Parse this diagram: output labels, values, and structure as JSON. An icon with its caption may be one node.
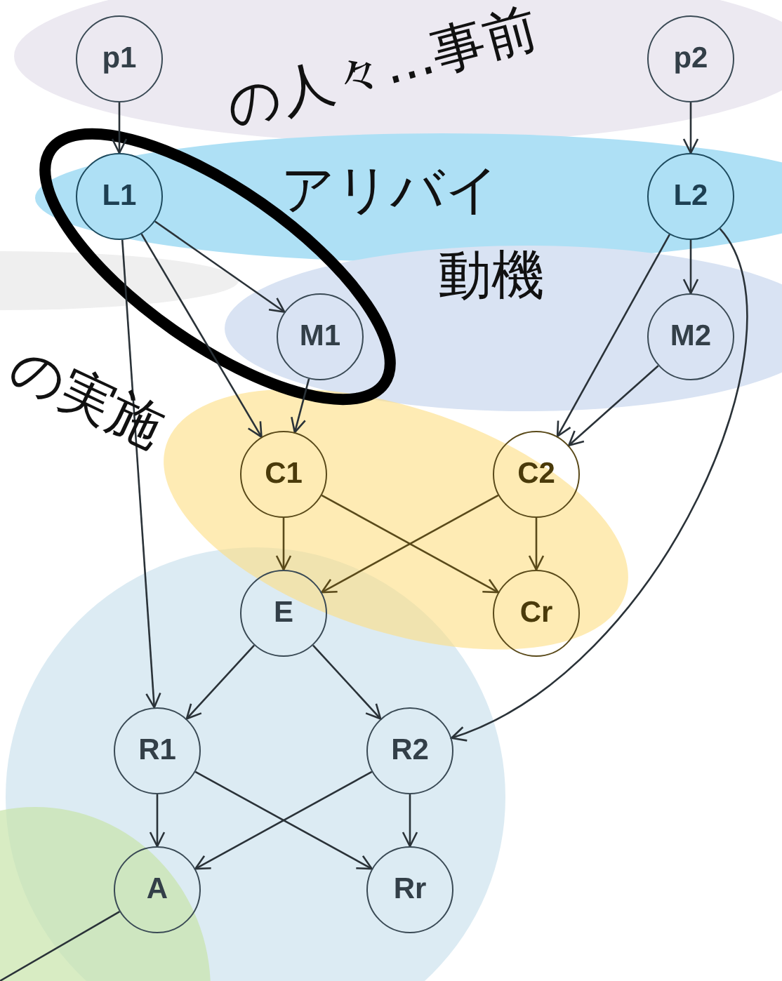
{
  "diagram": {
    "nodes": [
      {
        "text": [
          "の人々...事前"
        ]
      },
      {
        "text": [
          "p1"
        ],
        "in": 0
      },
      {
        "text": [
          "p2"
        ],
        "in": 0
      },
      {
        "text": [
          "アリバイ"
        ]
      },
      {
        "text": [
          "L1"
        ],
        "in": 3
      },
      {
        "text": [
          "L2"
        ],
        "in": 3
      },
      {
        "text": [
          "動機"
        ]
      },
      {
        "text": [
          "M1"
        ],
        "in": 6
      },
      {
        "text": [
          "M2"
        ],
        "in": 6
      },
      {
        "text": [
          "C1"
        ]
      },
      {
        "text": [
          "C2"
        ]
      },
      {
        "text": [
          "E"
        ]
      },
      {
        "text": [
          "Cr"
        ]
      },
      {
        "text": [
          "R1"
        ]
      },
      {
        "text": [
          "R2"
        ]
      },
      {
        "text": [
          "A"
        ]
      },
      {
        "text": [
          "Rr"
        ]
      }
    ],
    "edges": [
      {
        "from": 1,
        "to": 4,
        "arrow": "to"
      },
      {
        "from": 2,
        "to": 5,
        "arrow": "to"
      },
      {
        "from": 4,
        "to": 7,
        "arrow": "to"
      },
      {
        "from": 4,
        "to": 9,
        "arrow": "to"
      },
      {
        "from": 4,
        "to": 13,
        "arrow": "to"
      },
      {
        "from": 7,
        "to": 9,
        "arrow": "to"
      },
      {
        "from": 5,
        "to": 8,
        "arrow": "to"
      },
      {
        "from": 5,
        "to": 10,
        "arrow": "to"
      },
      {
        "from": 8,
        "to": 10,
        "arrow": "to"
      },
      {
        "from": 5,
        "to": 14,
        "arrow": "to"
      },
      {
        "from": 9,
        "to": 11,
        "arrow": "to",
        "color": "#5a4a1a"
      },
      {
        "from": 9,
        "to": 12,
        "arrow": "to",
        "color": "#5a4a1a"
      },
      {
        "from": 10,
        "to": 11,
        "arrow": "to",
        "color": "#5a4a1a"
      },
      {
        "from": 10,
        "to": 12,
        "arrow": "to",
        "color": "#5a4a1a"
      },
      {
        "from": 11,
        "to": 13,
        "arrow": "to"
      },
      {
        "from": 11,
        "to": 14,
        "arrow": "to"
      },
      {
        "from": 13,
        "to": 15,
        "arrow": "to"
      },
      {
        "from": 13,
        "to": 16,
        "arrow": "to"
      },
      {
        "from": 14,
        "to": 15,
        "arrow": "to"
      },
      {
        "from": 14,
        "to": 16,
        "arrow": "to"
      },
      {
        "from": 15,
        "to": null,
        "arrow": "none"
      }
    ],
    "labels": [
      "の実施"
    ]
  }
}
